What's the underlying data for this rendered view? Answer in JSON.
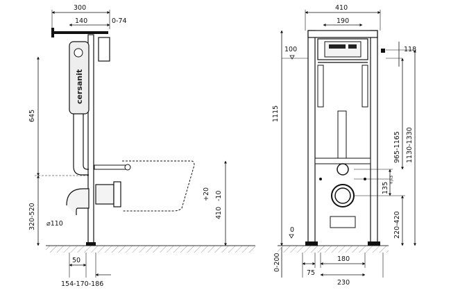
{
  "brand": "cersanit",
  "side_view": {
    "dimensions": {
      "total_depth": "300",
      "bracket_width": "140",
      "wall_gap": "0-74",
      "tank_height": "645",
      "drain_height": "320-520",
      "pipe_diameter": "⌀110",
      "bowl_adjust_top": "+20",
      "bowl_adjust_bottom": "-10",
      "bowl_height": "410",
      "foot_depth": "50",
      "wall_distance": "154-170-186"
    }
  },
  "front_view": {
    "dimensions": {
      "frame_width": "410",
      "plate_width": "190",
      "top_level": "100",
      "plate_height": "118",
      "frame_height": "1115",
      "adjust_1": "965-1165",
      "adjust_2": "1130-1330",
      "outlet_height": "135",
      "outlet_tol": "+/-3",
      "outlet_range": "220-420",
      "floor_level": "0",
      "floor_depth": "0-200",
      "foot_left": "75",
      "bolt_spacing": "180",
      "foot_width": "230"
    }
  }
}
